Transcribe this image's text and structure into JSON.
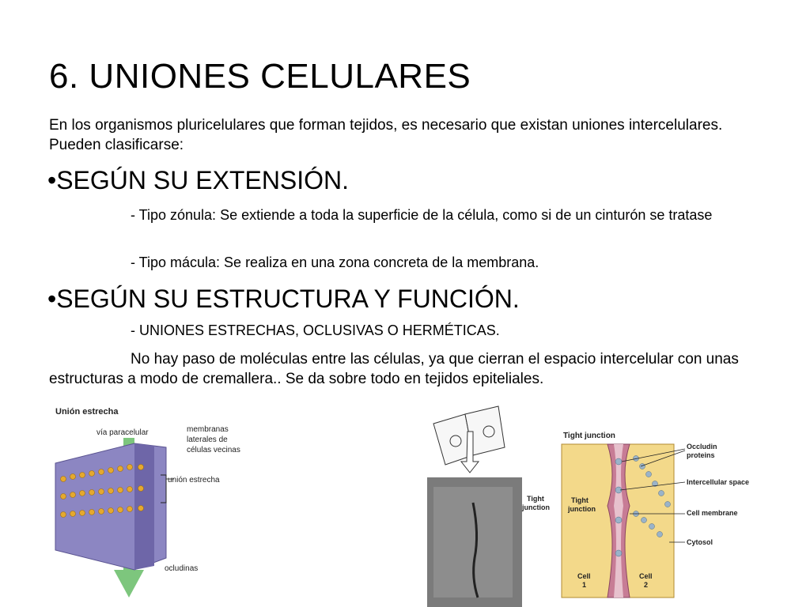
{
  "slide": {
    "title": "6. UNIONES CELULARES",
    "intro": "En los organismos pluricelulares que forman tejidos, es necesario que existan uniones intercelulares. Pueden clasificarse:",
    "section_extension": {
      "heading": "•SEGÚN SU EXTENSIÓN.",
      "items": [
        "- Tipo zónula: Se extiende a toda la superficie de la célula, como si de un cinturón se  tratase",
        "- Tipo mácula: Se realiza en una zona concreta de la membrana."
      ]
    },
    "section_structure": {
      "heading": "•SEGÚN SU ESTRUCTURA Y FUNCIÓN.",
      "subheading": "- UNIONES ESTRECHAS, OCLUSIVAS O HERMÉTICAS.",
      "paragraph": "No hay paso de moléculas entre las células, ya que cierran el espacio intercelular con unas estructuras a modo de cremallera.. Se da sobre todo en tejidos epiteliales."
    }
  },
  "figure_left": {
    "title": "Unión estrecha",
    "label_paracellular": "vía paracelular",
    "label_membranes": [
      "membranas",
      "laterales de",
      "células vecinas"
    ],
    "label_junction": "unión estrecha",
    "label_occludins": "ocludinas",
    "colors": {
      "membrane": "#8c86c2",
      "bead": "#e5a92e",
      "arrow": "#5cb85c"
    }
  },
  "figure_mid": {
    "label_tight": "Tight",
    "label_junction": "junction"
  },
  "figure_right": {
    "title": "Tight junction",
    "label_occludin": [
      "Occludin",
      "proteins"
    ],
    "label_space": "Intercellular space",
    "label_membrane": "Cell membrane",
    "label_cytosol": "Cytosol",
    "label_tight": [
      "Tight",
      "junction"
    ],
    "label_cell1": [
      "Cell",
      "1"
    ],
    "label_cell2": [
      "Cell",
      "2"
    ],
    "colors": {
      "cell": "#f3d98a",
      "membrane": "#c77c95",
      "protein": "#9ab3c9"
    }
  }
}
